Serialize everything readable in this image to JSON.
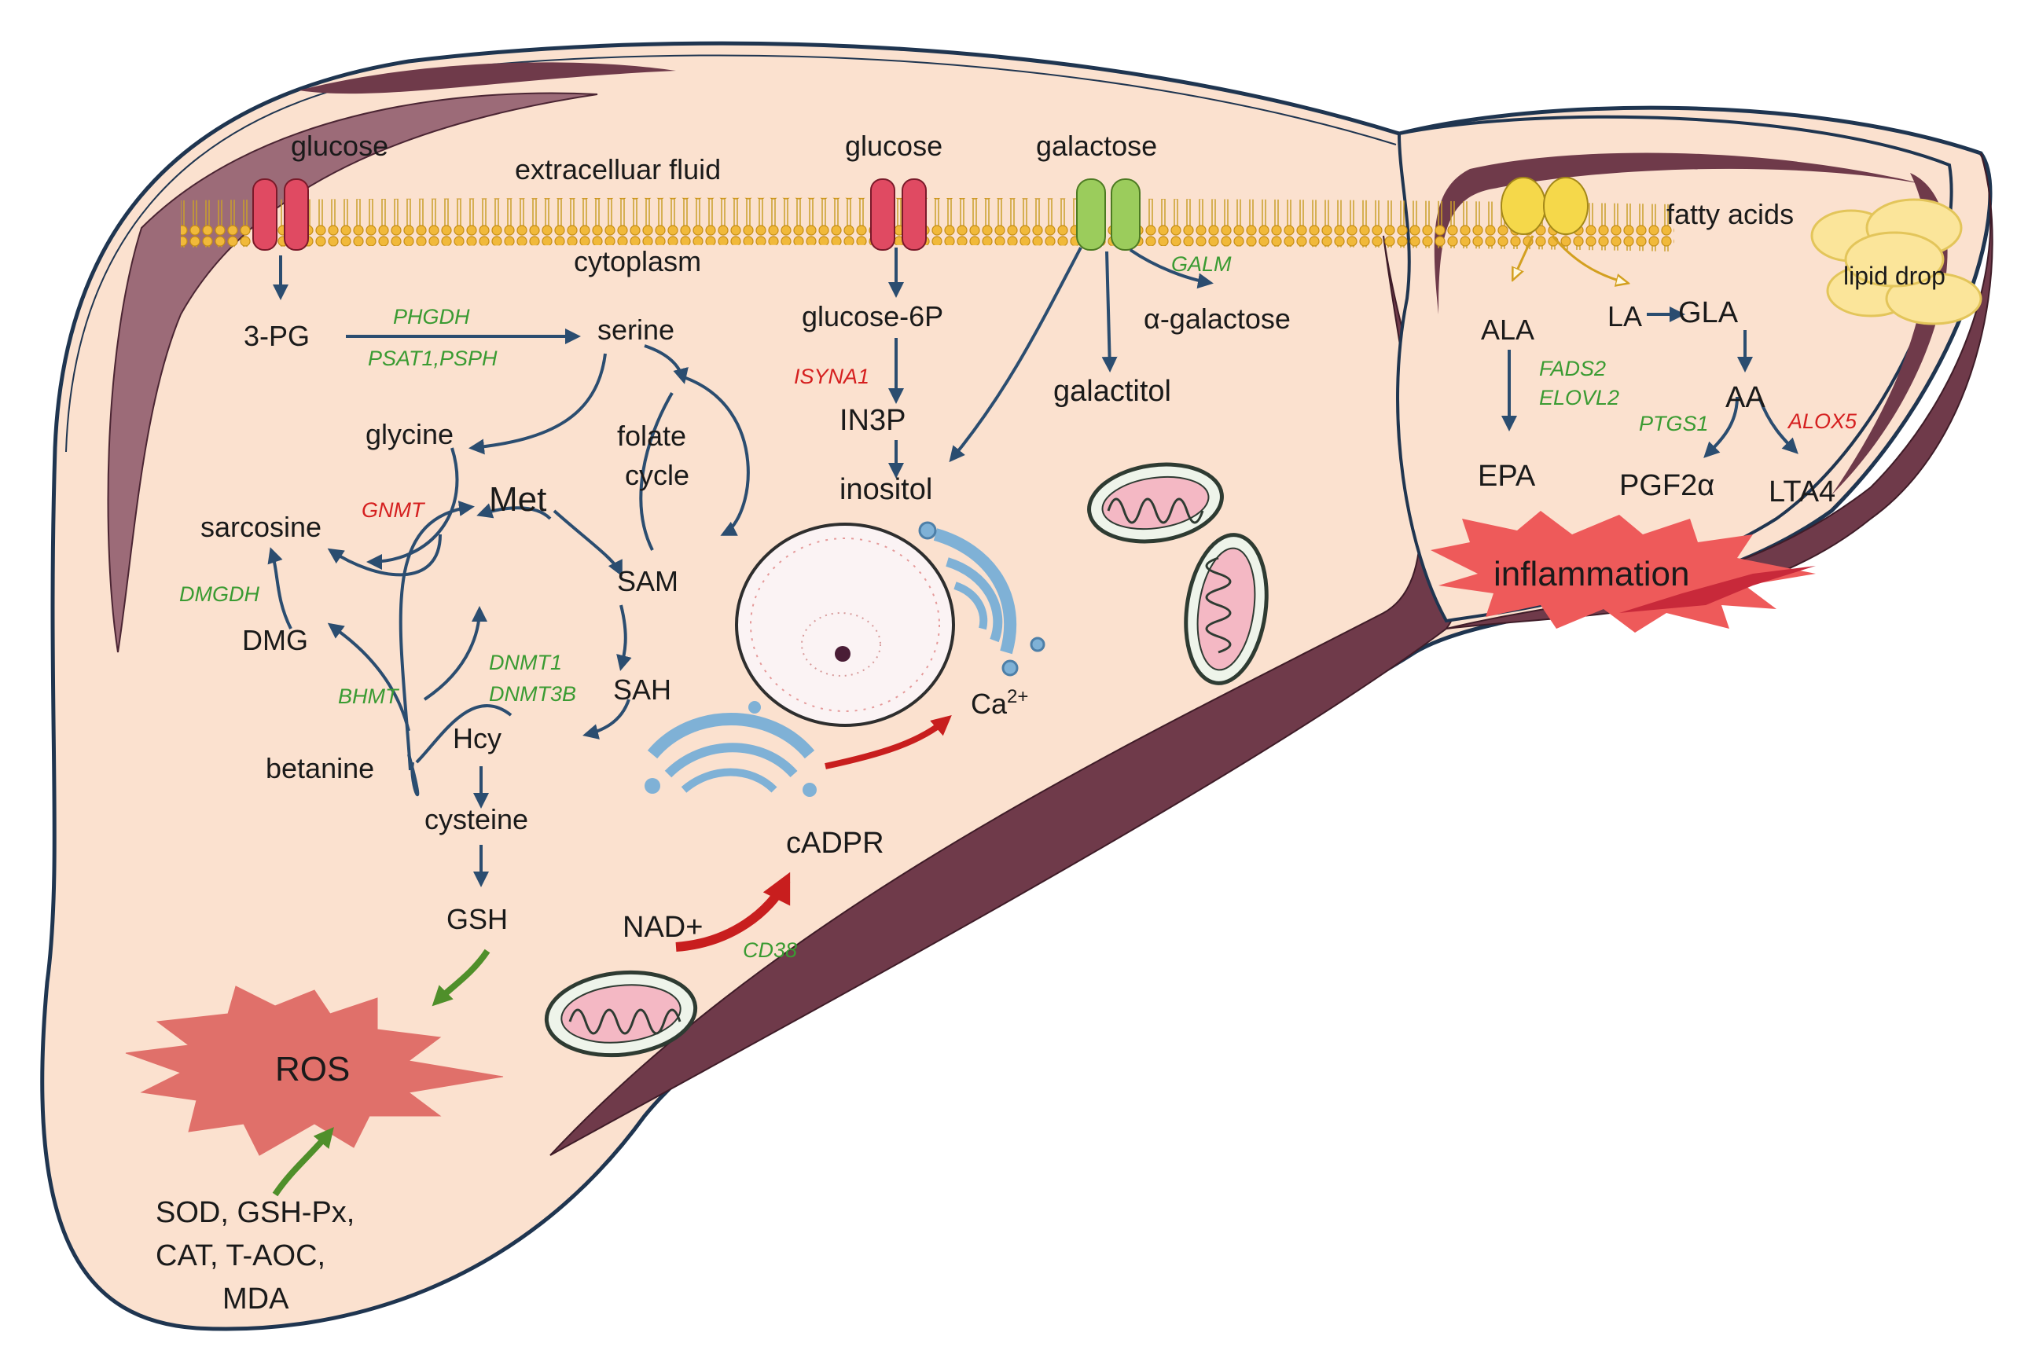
{
  "colors": {
    "liver_fill": "#fbe1cf",
    "liver_outline": "#1f3550",
    "dark_band": "#6f3a4a",
    "light_band": "#9c6b78",
    "membrane": "#f2c255",
    "membrane_head": "#e7aa1e",
    "arrow": "#2b4d70",
    "green_text": "#3a9b32",
    "red_text": "#d51f1f",
    "ros_fill": "#e0706a",
    "inflammation_fill": "#ee5a5a",
    "mito_outer": "#2e3b32",
    "mito_inner": "#f4b8c4",
    "golgi": "#7fb1d6",
    "lipid": "#fbe59a",
    "transporter_glucose": "#e04a62",
    "transporter_galactose": "#9bcc5c",
    "transporter_fatty": "#f5d84a"
  },
  "icons": [
    "cell-membrane",
    "glucose-transporter",
    "galactose-transporter",
    "fatty-acid-transporter",
    "nucleus",
    "golgi-apparatus",
    "mitochondrion",
    "lipid-droplet"
  ],
  "labels": {
    "glucose_left": "glucose",
    "extracellular": "extracelluar fluid",
    "cytoplasm": "cytoplasm",
    "glucose_mid": "glucose",
    "galactose": "galactose",
    "fatty_acids": "fatty acids",
    "lipid_drop": "lipid drop",
    "pg3": "3-PG",
    "phgdh": "PHGDH",
    "psat": "PSAT1,PSPH",
    "serine": "serine",
    "glycine": "glycine",
    "folate": "folate",
    "cycle": "cycle",
    "gnmt": "GNMT",
    "met": "Met",
    "sarcosine": "sarcosine",
    "dmgdh": "DMGDH",
    "dmg": "DMG",
    "sam": "SAM",
    "dnmt1": "DNMT1",
    "dnmt3b": "DNMT3B",
    "sah": "SAH",
    "bhmt": "BHMT",
    "betanine": "betanine",
    "hcy": "Hcy",
    "cysteine": "cysteine",
    "gsh": "GSH",
    "ros": "ROS",
    "sod": "SOD, GSH-Px,",
    "cat": "CAT, T-AOC,",
    "mda": "MDA",
    "glucose6p": "glucose-6P",
    "isyna1": "ISYNA1",
    "in3p": "IN3P",
    "inositol": "inositol",
    "galm": "GALM",
    "alpha_gal": "α-galactose",
    "galactitol": "galactitol",
    "ca": "Ca",
    "ca_sup": "2+",
    "cadpr": "cADPR",
    "nad": "NAD+",
    "cd38": "CD38",
    "ala": "ALA",
    "la": "LA",
    "gla": "GLA",
    "fads2": "FADS2",
    "elovl2": "ELOVL2",
    "aa": "AA",
    "ptgs1": "PTGS1",
    "alox5": "ALOX5",
    "epa": "EPA",
    "pgf2a": "PGF2α",
    "lta4": "LTA4",
    "inflammation": "inflammation"
  }
}
